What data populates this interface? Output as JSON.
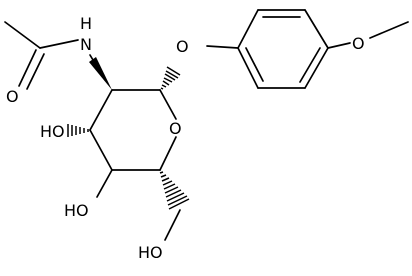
{
  "structure": {
    "atom_labels": {
      "nitrogen": "N",
      "amide_hydrogen": "H",
      "carbonyl_oxygen": "O",
      "glycosidic_oxygen": "O",
      "methoxy_oxygen": "O",
      "ring_oxygen": "O",
      "hydroxyl_3": "HO",
      "hydroxyl_4": "HO",
      "hydroxyl_6": "HO"
    },
    "colors": {
      "bonds": "#000000",
      "labels": "#000000",
      "background": "#ffffff"
    }
  }
}
